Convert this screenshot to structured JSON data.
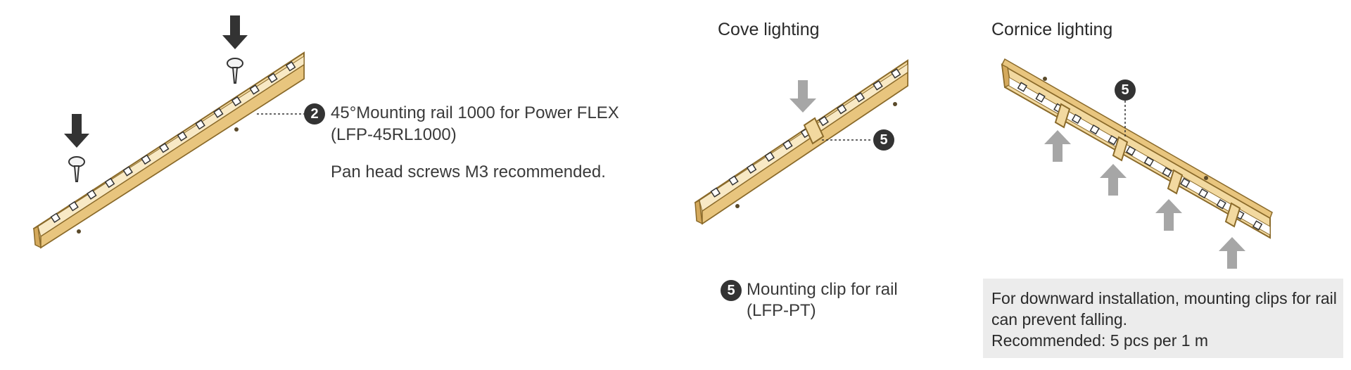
{
  "headings": {
    "cove": "Cove lighting",
    "cornice": "Cornice lighting"
  },
  "callouts": {
    "rail": {
      "number": "2",
      "line1": "45°Mounting rail 1000 for Power FLEX",
      "line2": "(LFP-45RL1000)"
    },
    "screws": "Pan head screws M3 recommended.",
    "clip_cove_badge": "5",
    "clip_cornice_badge": "5",
    "clip": {
      "number": "5",
      "line1": "Mounting clip for rail",
      "line2": "(LFP-PT)"
    }
  },
  "note": {
    "line1": "For downward installation, mounting clips for rail",
    "line2": "can prevent falling.",
    "line3": "Recommended: 5 pcs per 1 m"
  },
  "colors": {
    "rail_fill": "#f2d9a0",
    "rail_light": "#f8e9c5",
    "rail_stroke": "#8a6a2a",
    "arrow_dark": "#333333",
    "arrow_gray": "#a6a6a6",
    "note_bg": "#ececec",
    "badge": "#333333"
  },
  "icons": [
    "down-arrow-icon",
    "up-arrow-icon",
    "screw-icon",
    "led-chip-icon"
  ]
}
